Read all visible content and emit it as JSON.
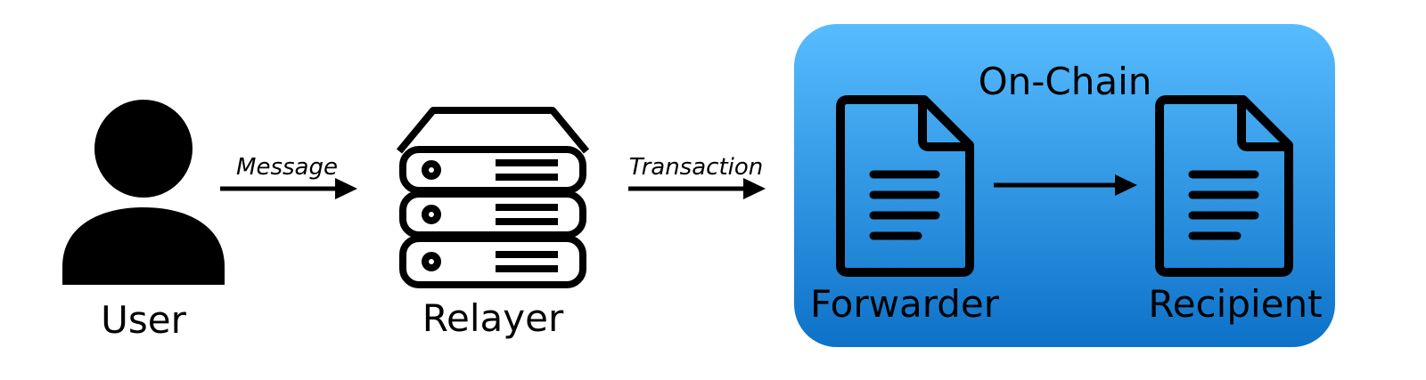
{
  "nodes": {
    "user": "User",
    "relayer": "Relayer",
    "forwarder": "Forwarder",
    "recipient": "Recipient"
  },
  "edges": {
    "user_to_relayer": "Message",
    "relayer_to_chain": "Transaction"
  },
  "group": {
    "title": "On-Chain",
    "color_top": "#57bcff",
    "color_bottom": "#0d72c8"
  },
  "icons": {
    "user": "person-icon",
    "relayer": "server-stack-icon",
    "forwarder": "document-icon",
    "recipient": "document-icon"
  }
}
